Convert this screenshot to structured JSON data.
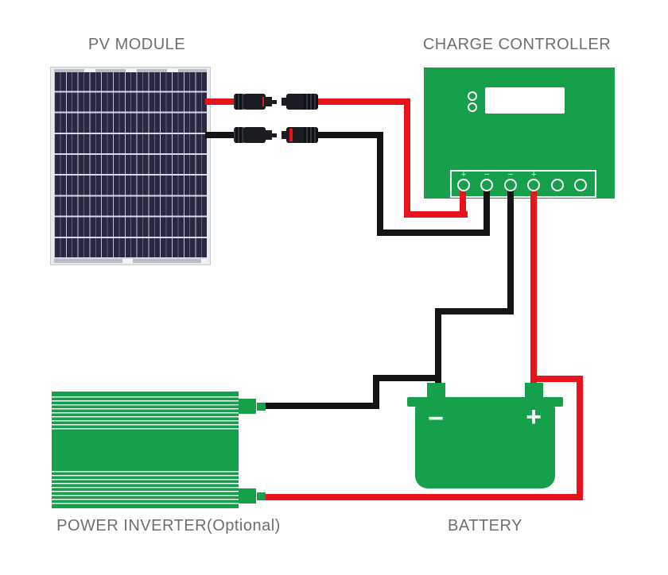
{
  "labels": {
    "pv_module": "PV MODULE",
    "charge_controller": "CHARGE CONTROLLER",
    "power_inverter": "POWER INVERTER(Optional)",
    "battery": "BATTERY"
  },
  "controller": {
    "terminal_labels": [
      "+",
      "−",
      "−",
      "+",
      "",
      ""
    ],
    "led_count": 2
  },
  "battery": {
    "negative_sign": "−",
    "positive_sign": "+"
  },
  "colors": {
    "green": "#16a04c",
    "wire_red": "#e8141c",
    "wire_black": "#141414",
    "panel_dark": "#282840",
    "panel_frame": "#e9eaec",
    "label_text": "#6e6f72",
    "white": "#ffffff"
  }
}
